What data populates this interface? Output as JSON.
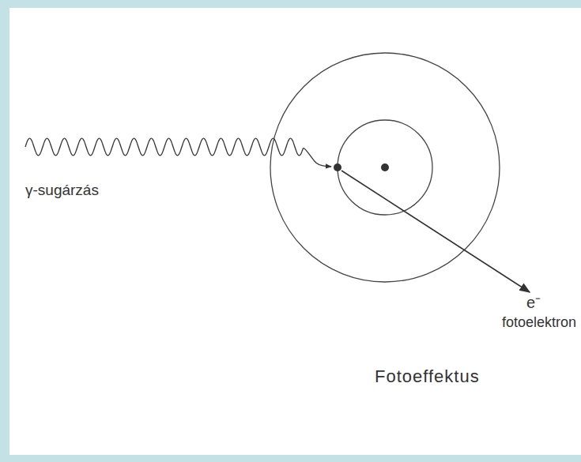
{
  "diagram": {
    "caption": "Fotoeffektus",
    "labels": [
      "γ-sugárzás",
      "e⁻",
      "fotoelektron"
    ]
  }
}
